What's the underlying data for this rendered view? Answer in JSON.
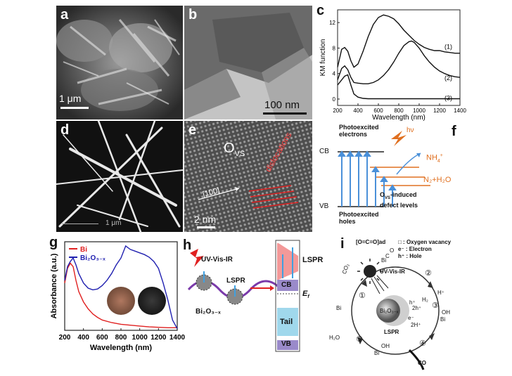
{
  "panels": {
    "a": {
      "label": "a",
      "scale": "1 μm"
    },
    "b": {
      "label": "b",
      "scale": "100 nm"
    },
    "c": {
      "label": "c"
    },
    "d": {
      "label": "d",
      "scale": "1 μm"
    },
    "e": {
      "label": "e",
      "ovs": "O",
      "ovs_sub": "VS",
      "direction": "[100]",
      "dislocations": "dislocations",
      "scale": "2 nm"
    },
    "f": {
      "label": "f",
      "cb": "CB",
      "vb": "VB",
      "electrons": "Photoexcited electrons",
      "holes": "Photoexcited holes",
      "hv": "hν",
      "nh4": "NH",
      "nh4_sup": "+",
      "nh4_sub": "4",
      "n2": "N₂+H₂O",
      "defect_a": "O",
      "defect_sub": "VS",
      "defect_b": "-induced defect levels",
      "electron_symbol": "⊖"
    },
    "g": {
      "label": "g"
    },
    "h": {
      "label": "h",
      "uvvisir": "UV-Vis-IR",
      "lspr_left": "LSPR",
      "lspr_right": "LSPR",
      "material": "Bi₂O₃₋ₓ",
      "cb": "CB",
      "ef": "E",
      "ef_sub": "f",
      "tail": "Tail",
      "vb": "VB"
    },
    "i": {
      "label": "i",
      "legend": [
        "□ : Oxygen vacancy",
        "e⁻ : Electron",
        "h⁺ : Hole"
      ],
      "adsorbate": "[O=C=O]ad",
      "uvvisir": "UV-Vis-IR",
      "center": "Bi₂O₃₋ₓ",
      "lspr": "LSPR",
      "steps": [
        "①",
        "②",
        "③",
        "④",
        "⑤"
      ],
      "co2": "CO₂",
      "h2o": "H₂O",
      "co": "CO",
      "h2": "H₂",
      "h_plus": "H⁺",
      "two_h_plus": "2H⁺",
      "two_h": "2h⁺",
      "h": "h⁺",
      "e": "e⁻",
      "bi": "Bi",
      "oh": "OH",
      "o": "O",
      "c": "C"
    }
  },
  "chart_data": [
    {
      "type": "line",
      "panel": "c",
      "xlabel": "Wavelength (nm)",
      "ylabel": "KM function",
      "xlim": [
        200,
        1400
      ],
      "ylim": [
        -1,
        14
      ],
      "xticks": [
        200,
        400,
        600,
        800,
        1000,
        1200,
        1400
      ],
      "yticks": [
        0,
        4,
        8,
        12
      ],
      "series": [
        {
          "name": "(1)",
          "x": [
            200,
            240,
            270,
            300,
            330,
            360,
            400,
            450,
            500,
            550,
            600,
            650,
            700,
            750,
            800,
            850,
            900,
            950,
            1000,
            1050,
            1100,
            1150,
            1200,
            1250,
            1300,
            1350,
            1400
          ],
          "y": [
            5.0,
            7.8,
            8.1,
            7.5,
            6.0,
            5.0,
            5.5,
            7.5,
            9.8,
            11.7,
            12.8,
            13.2,
            13.0,
            12.6,
            11.8,
            10.8,
            10.0,
            9.2,
            8.6,
            8.1,
            7.8,
            7.6,
            7.6,
            7.4,
            7.3,
            7.2,
            7.2
          ]
        },
        {
          "name": "(2)",
          "x": [
            200,
            240,
            270,
            300,
            330,
            360,
            400,
            450,
            500,
            550,
            600,
            650,
            700,
            750,
            800,
            850,
            900,
            925,
            950,
            1000,
            1050,
            1100,
            1150,
            1200,
            1250,
            1300,
            1350,
            1400
          ],
          "y": [
            3.0,
            4.8,
            5.2,
            4.6,
            3.4,
            2.6,
            2.5,
            2.4,
            2.4,
            2.6,
            3.0,
            3.7,
            4.6,
            5.8,
            7.2,
            8.4,
            9.0,
            9.1,
            8.9,
            8.0,
            6.8,
            5.8,
            5.0,
            4.4,
            4.0,
            3.7,
            3.5,
            3.4
          ]
        },
        {
          "name": "(3)",
          "x": [
            200,
            240,
            270,
            300,
            330,
            360,
            400,
            450,
            500,
            600,
            700,
            800,
            900,
            1000,
            1100,
            1200,
            1300,
            1400
          ],
          "y": [
            2.2,
            3.0,
            3.6,
            3.8,
            2.2,
            0.8,
            0.3,
            0.1,
            0.05,
            0.05,
            0.05,
            0.05,
            0.05,
            0.05,
            0.05,
            0.05,
            0.05,
            0.05
          ]
        }
      ]
    },
    {
      "type": "line",
      "panel": "g",
      "xlabel": "Wavelength (nm)",
      "ylabel": "Absorbance (a.u.)",
      "xlim": [
        200,
        1400
      ],
      "xticks": [
        200,
        400,
        600,
        800,
        1000,
        1200,
        1400
      ],
      "legend_position": "top-left",
      "series": [
        {
          "name": "Bi",
          "color": "#e02020",
          "x": [
            200,
            230,
            260,
            290,
            320,
            350,
            400,
            450,
            500,
            550,
            600,
            700,
            800,
            900,
            1000,
            1100,
            1200,
            1300,
            1400
          ],
          "y": [
            0.55,
            0.72,
            0.78,
            0.74,
            0.58,
            0.45,
            0.33,
            0.25,
            0.19,
            0.15,
            0.12,
            0.09,
            0.07,
            0.06,
            0.05,
            0.04,
            0.035,
            0.03,
            0.03
          ]
        },
        {
          "name": "Bi₂O₃₋ₓ",
          "color": "#2020b0",
          "x": [
            200,
            230,
            260,
            290,
            320,
            350,
            400,
            450,
            500,
            550,
            600,
            650,
            700,
            750,
            800,
            850,
            900,
            950,
            1000,
            1050,
            1100,
            1150,
            1200,
            1250,
            1300,
            1350,
            1400
          ],
          "y": [
            0.58,
            0.74,
            0.8,
            0.84,
            0.76,
            0.66,
            0.55,
            0.49,
            0.47,
            0.48,
            0.52,
            0.58,
            0.66,
            0.76,
            0.84,
            0.98,
            0.94,
            0.92,
            0.9,
            0.88,
            0.85,
            0.8,
            0.72,
            0.55,
            0.35,
            0.12,
            0.02
          ]
        }
      ]
    }
  ]
}
